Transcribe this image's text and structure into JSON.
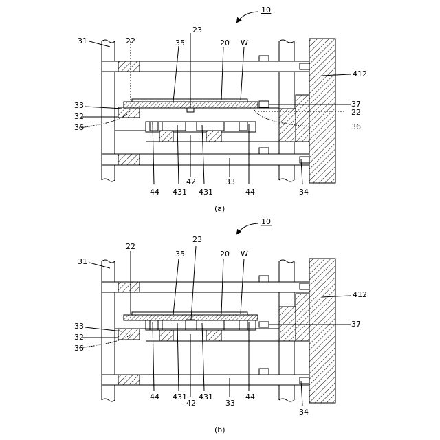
{
  "figures": [
    {
      "id": "a",
      "caption": "(a)",
      "labels": {
        "ref10": "10",
        "l31": "31",
        "l22_top": "22",
        "l23": "23",
        "l35": "35",
        "l20": "20",
        "lW": "W",
        "l412": "412",
        "l33_left": "33",
        "l32": "32",
        "l36_left": "36",
        "l37": "37",
        "l22_right": "22",
        "l36_right": "36",
        "l44_left": "44",
        "l431_left": "431",
        "l42": "42",
        "l431_right": "431",
        "l33_bottom": "33",
        "l44_right": "44",
        "l34": "34"
      }
    },
    {
      "id": "b",
      "caption": "(b)",
      "labels": {
        "ref10": "10",
        "l31": "31",
        "l22_top": "22",
        "l23": "23",
        "l35": "35",
        "l20": "20",
        "lW": "W",
        "l412": "412",
        "l33_left": "33",
        "l32": "32",
        "l36_left": "36",
        "l37": "37",
        "l44_left": "44",
        "l431_left": "431",
        "l42": "42",
        "l431_right": "431",
        "l33_bottom": "33",
        "l44_right": "44",
        "l34": "34"
      }
    }
  ]
}
